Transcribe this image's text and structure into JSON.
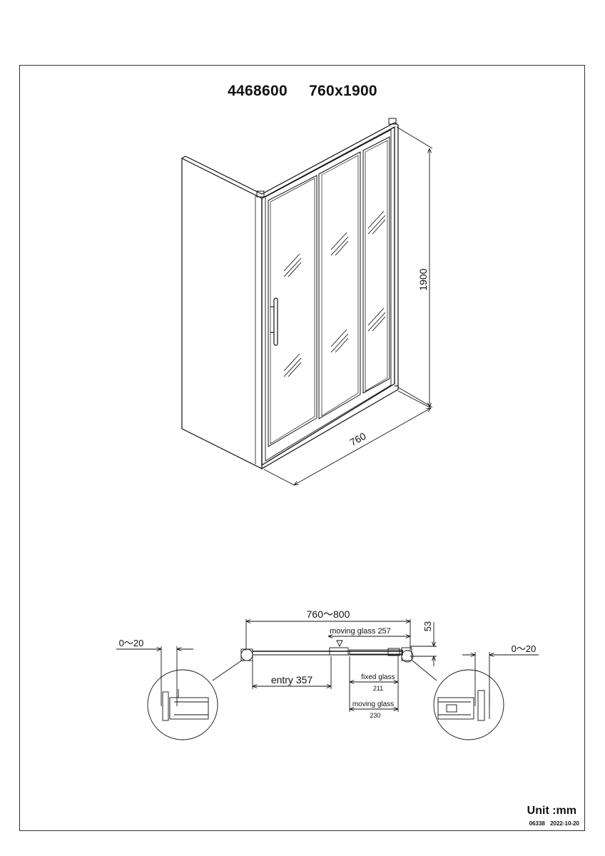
{
  "title": {
    "code": "4468600",
    "size": "760x1900"
  },
  "isometric": {
    "height_label": "1900",
    "width_label": "760"
  },
  "plan": {
    "overall_label": "760～800",
    "depth_label": "53",
    "moving_glass_top_label": "moving glass 257",
    "entry_label": "entry 357",
    "fixed_glass_label": "fixed glass",
    "fixed_glass_value": "211",
    "moving_glass_bottom_label": "moving glass",
    "moving_glass_bottom_value": "230",
    "left_adjust_label": "0～20",
    "right_adjust_label": "0～20"
  },
  "footer": {
    "unit": "Unit :mm",
    "doc_number": "06338",
    "date": "2022-10-20"
  }
}
